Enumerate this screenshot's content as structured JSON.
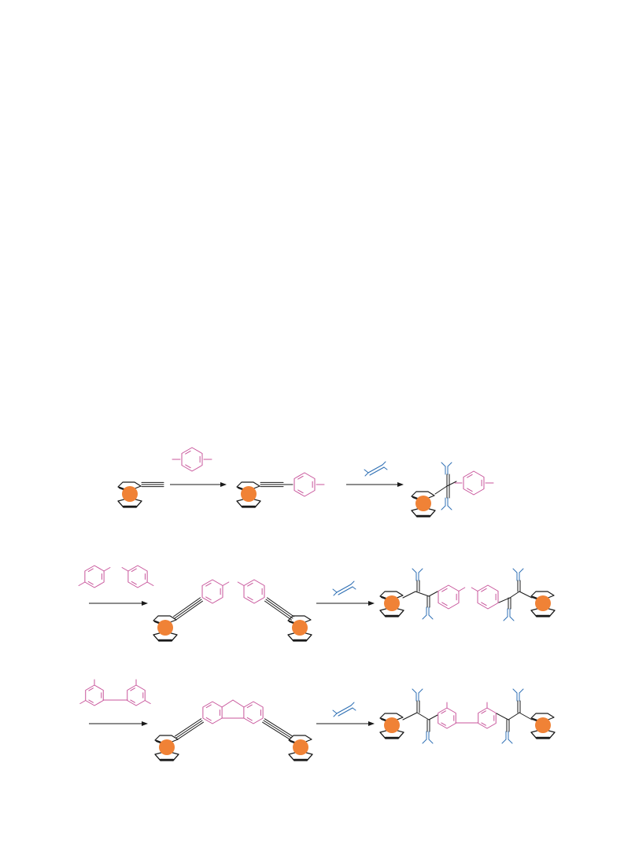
{
  "figure": {
    "description_visible_text": "",
    "palette": {
      "black": "#1a1a1a",
      "magenta": "#c8559b",
      "blue": "#2e6fb4",
      "orange": "#f08236"
    },
    "rows": [
      {
        "name": "row-1",
        "steps": 2
      },
      {
        "name": "row-2",
        "steps": 2
      },
      {
        "name": "row-3",
        "steps": 2
      }
    ]
  }
}
